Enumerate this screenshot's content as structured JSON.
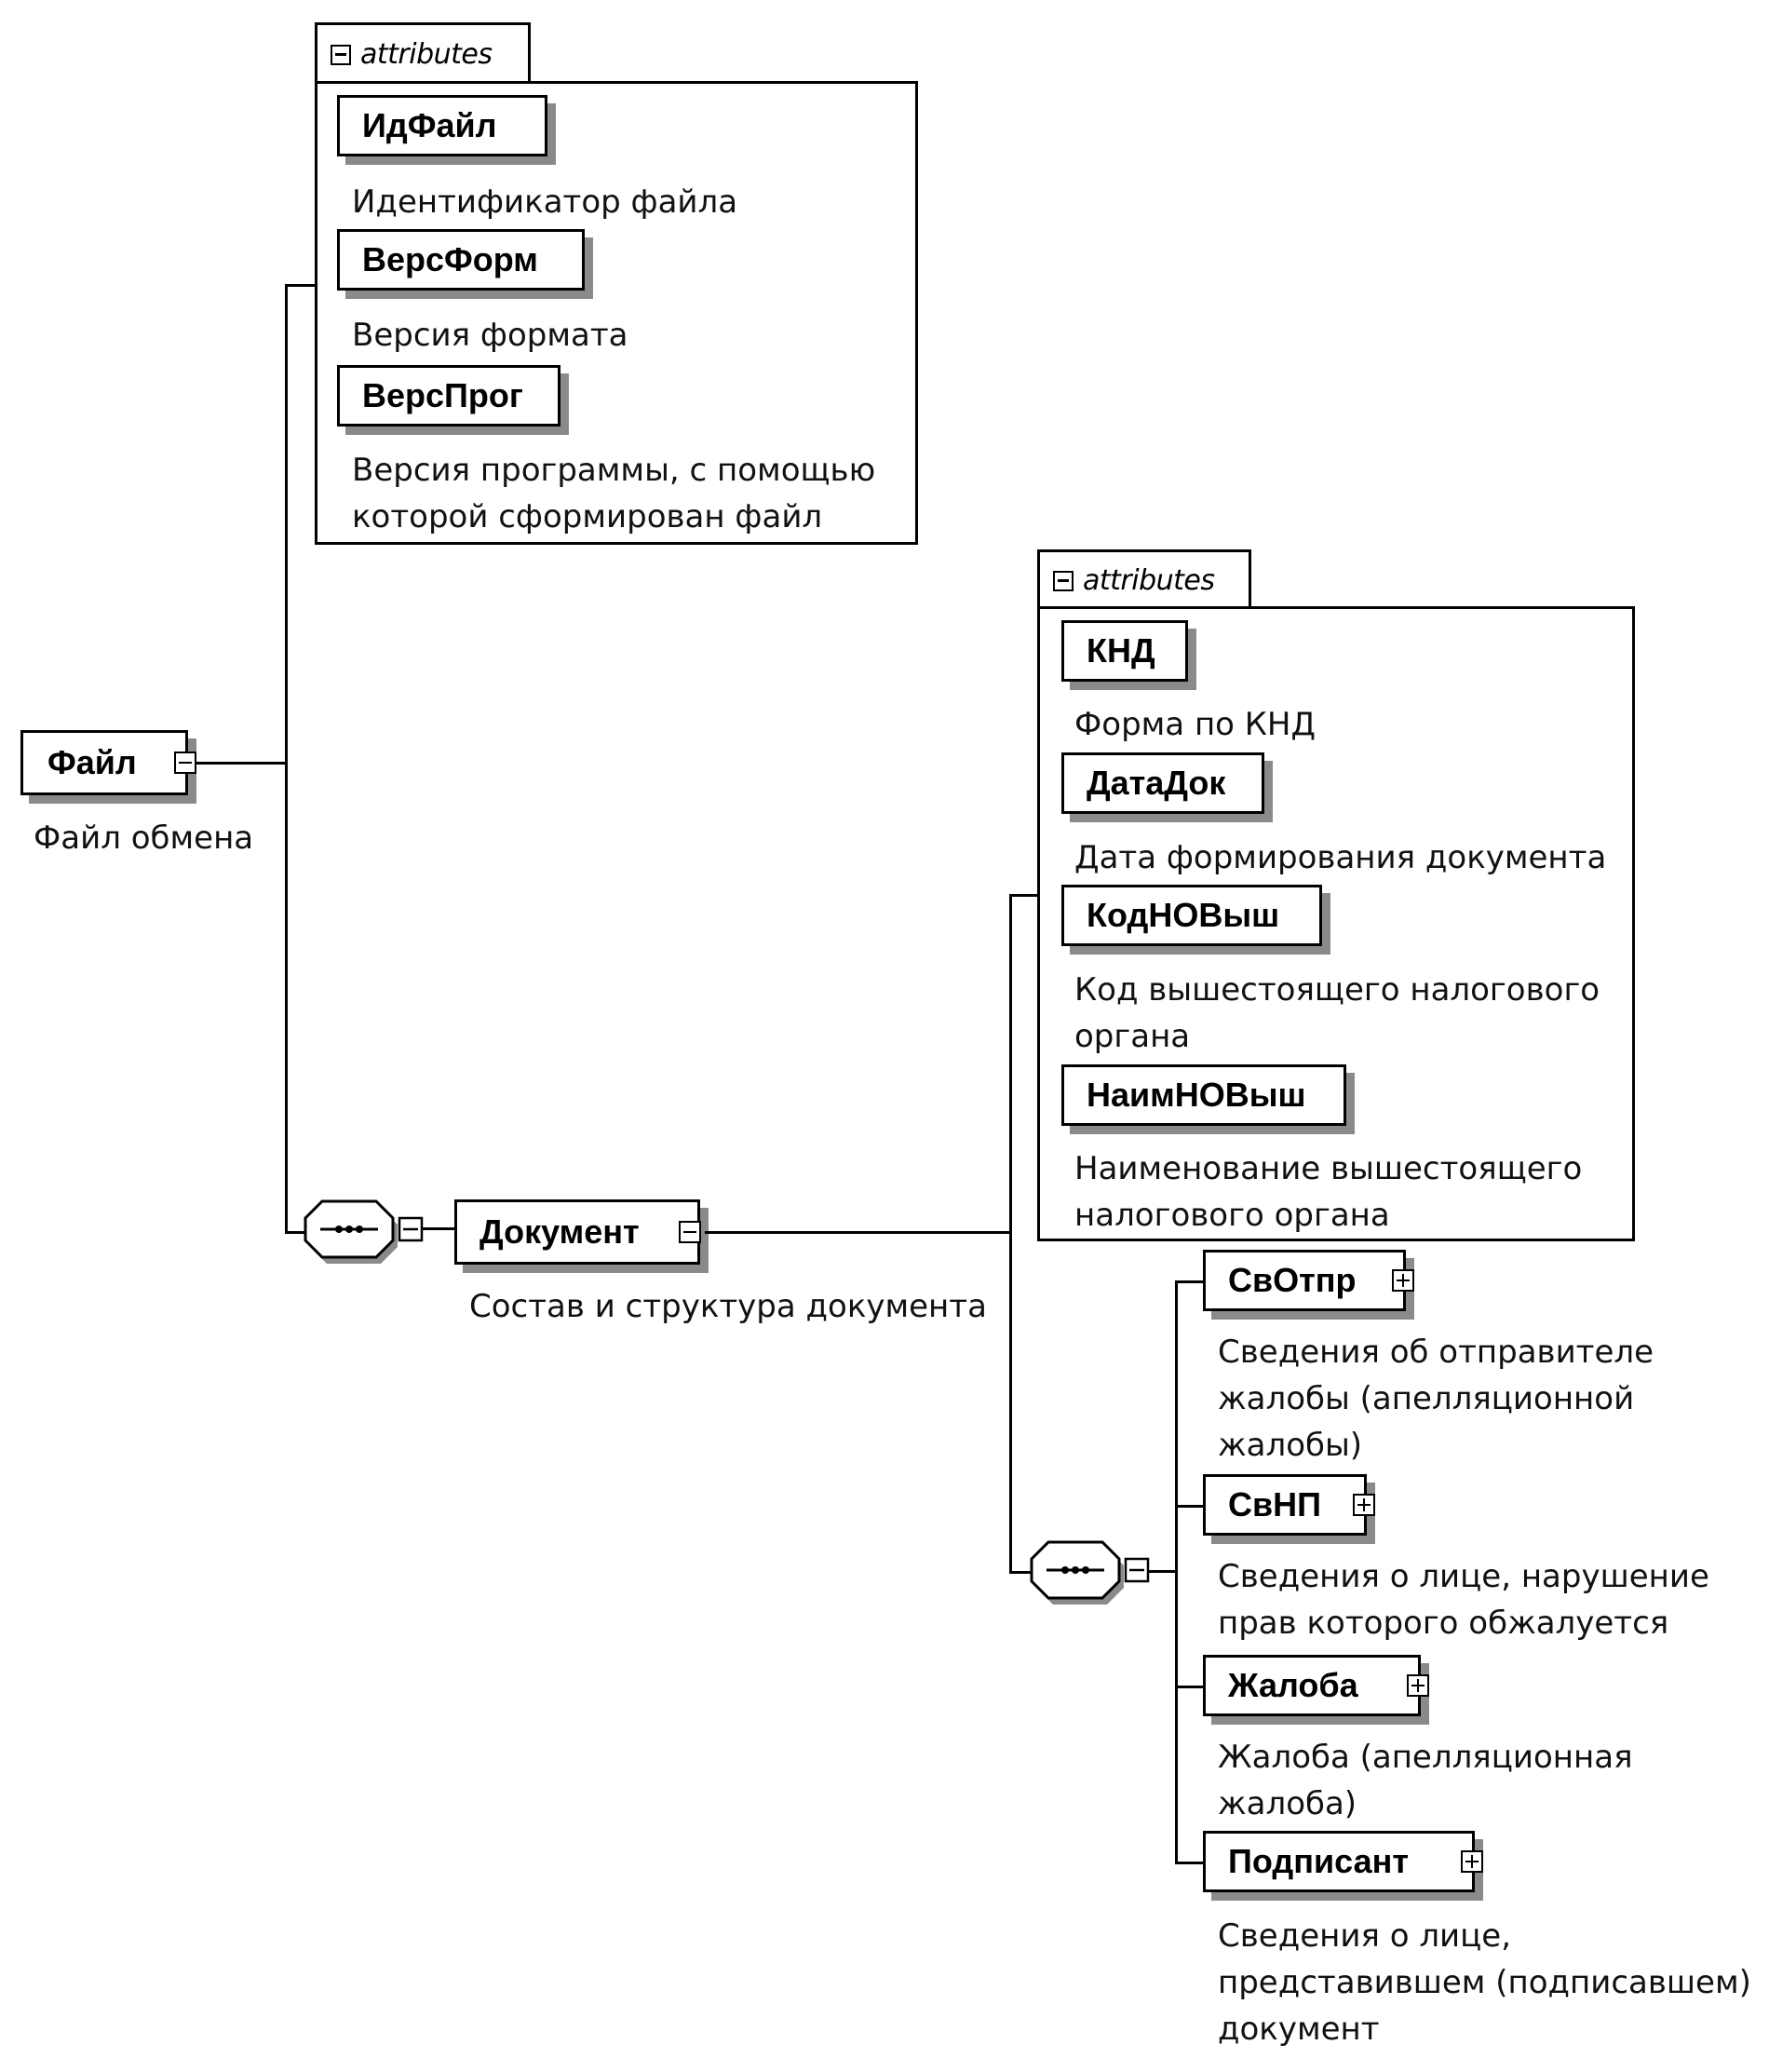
{
  "root": {
    "name": "Файл",
    "desc": "Файл обмена"
  },
  "root_attributes": {
    "tab": "attributes",
    "items": [
      {
        "name": "ИдФайл",
        "desc": [
          "Идентификатор файла"
        ]
      },
      {
        "name": "ВерсФорм",
        "desc": [
          "Версия формата"
        ]
      },
      {
        "name": "ВерсПрог",
        "desc": [
          "Версия программы, с помощью",
          "которой сформирован файл"
        ]
      }
    ]
  },
  "document": {
    "name": "Документ",
    "desc": "Состав и структура документа"
  },
  "document_attributes": {
    "tab": "attributes",
    "items": [
      {
        "name": "КНД",
        "desc": [
          "Форма по КНД"
        ]
      },
      {
        "name": "ДатаДок",
        "desc": [
          "Дата формирования документа"
        ]
      },
      {
        "name": "КодНОВыш",
        "desc": [
          "Код вышестоящего налогового",
          "органа"
        ]
      },
      {
        "name": "НаимНОВыш",
        "desc": [
          "Наименование вышестоящего",
          "налогового органа"
        ]
      }
    ]
  },
  "children": [
    {
      "name": "СвОтпр",
      "desc": [
        "Сведения об отправителе",
        "жалобы (апелляционной",
        "жалобы)"
      ]
    },
    {
      "name": "СвНП",
      "desc": [
        "Сведения о лице, нарушение",
        "прав которого обжалуется"
      ]
    },
    {
      "name": "Жалоба",
      "desc": [
        "Жалоба (апелляционная",
        "жалоба)"
      ]
    },
    {
      "name": "Подписант",
      "desc": [
        "Сведения о лице,",
        "представившем (подписавшем)",
        "документ"
      ]
    }
  ]
}
